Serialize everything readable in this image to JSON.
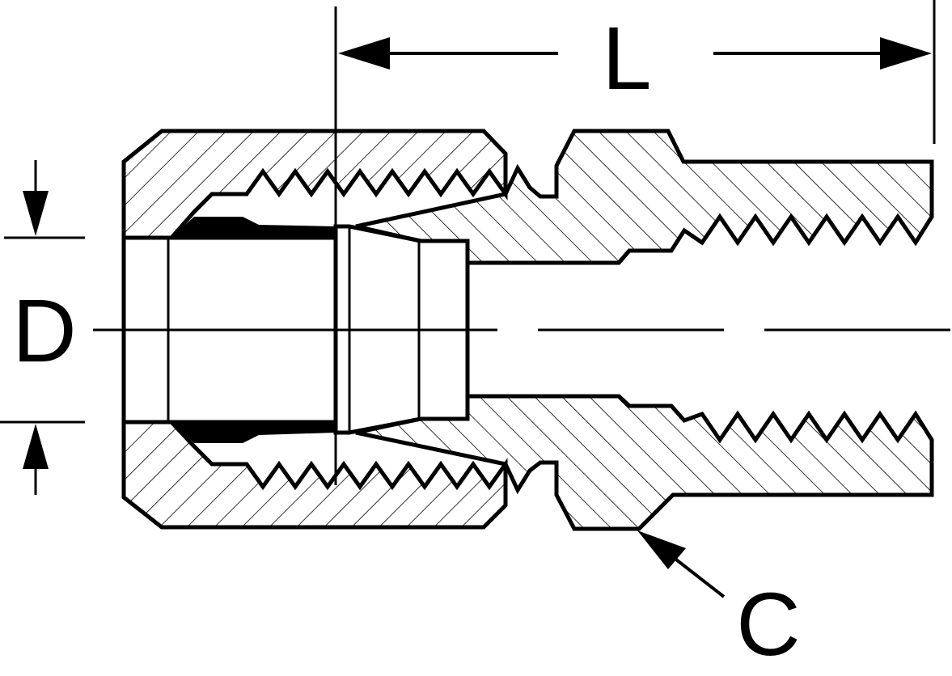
{
  "diagram": {
    "labels": {
      "length": "L",
      "diameter": "D",
      "callout": "C"
    },
    "colors": {
      "line": "#000000",
      "background": "#ffffff"
    }
  }
}
